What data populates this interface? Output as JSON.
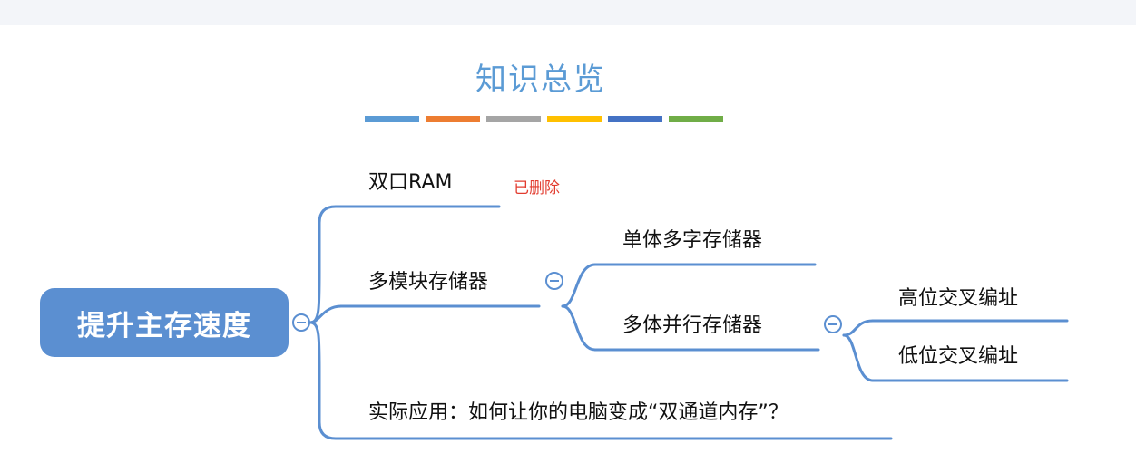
{
  "title": "知识总览",
  "palette": [
    "#5b9bd5",
    "#ed7d31",
    "#a5a5a5",
    "#ffc000",
    "#4472c4",
    "#70ad47"
  ],
  "link_color": "#5b8fd1",
  "root": {
    "label": "提升主存速度",
    "children": [
      {
        "label": "双口RAM",
        "note": "已删除"
      },
      {
        "label": "多模块存储器",
        "children": [
          {
            "label": "单体多字存储器"
          },
          {
            "label": "多体并行存储器",
            "children": [
              {
                "label": "高位交叉编址"
              },
              {
                "label": "低位交叉编址"
              }
            ]
          }
        ]
      },
      {
        "label": "实际应用：如何让你的电脑变成“双通道内存”？"
      }
    ]
  }
}
